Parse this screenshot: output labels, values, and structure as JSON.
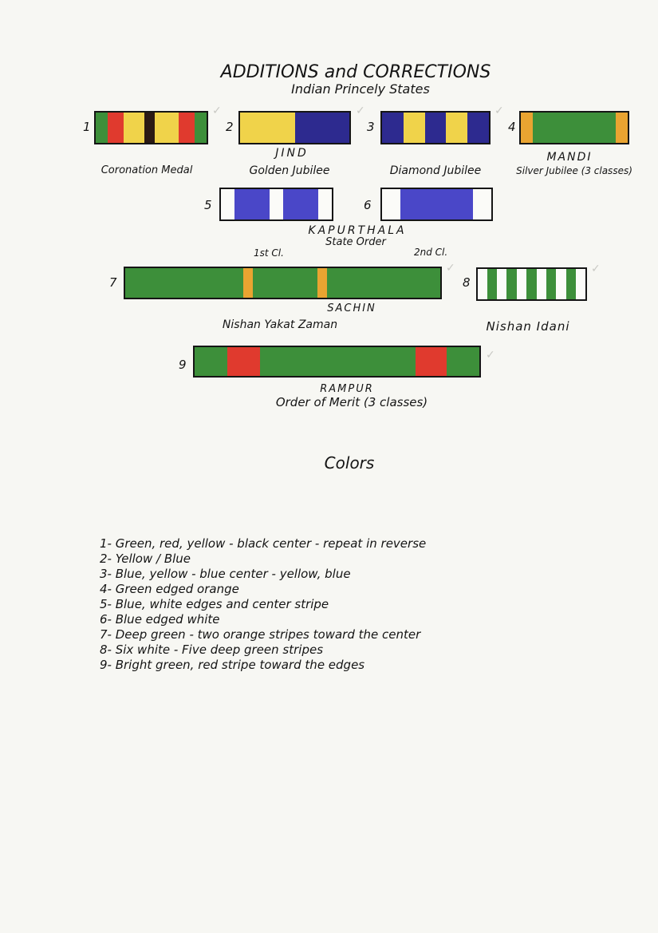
{
  "header": {
    "title": "ADDITIONS and CORRECTIONS",
    "subtitle": "Indian Princely States"
  },
  "colors": {
    "green": "#3d8f3a",
    "red": "#e03a2e",
    "yellow": "#f0d34a",
    "black": "#2b1a14",
    "blue": "#4a47c8",
    "navy": "#2d2a8f",
    "orange": "#e9a431",
    "white": "#fbfbf8"
  },
  "ribbons": [
    {
      "number": "1",
      "caption": "Coronation Medal",
      "stripes": [
        "green",
        "red",
        "yellow",
        "black",
        "yellow",
        "red",
        "green"
      ]
    },
    {
      "number": "2",
      "caption": "Golden Jubilee",
      "stripes": [
        "yellow",
        "navy"
      ]
    },
    {
      "number": "3",
      "caption": "Diamond Jubilee",
      "stripes": [
        "navy",
        "yellow",
        "navy",
        "yellow",
        "navy"
      ]
    },
    {
      "number": "4",
      "caption": "Silver Jubilee (3 classes)",
      "stripes": [
        "orange",
        "green",
        "orange"
      ]
    },
    {
      "number": "5",
      "caption": "",
      "stripes": [
        "white",
        "blue",
        "white",
        "blue",
        "white"
      ]
    },
    {
      "number": "6",
      "caption": "",
      "stripes": [
        "white",
        "blue",
        "white"
      ]
    },
    {
      "number": "7",
      "caption": "Nishan Yakat Zaman",
      "stripes": [
        "green",
        "orange",
        "green",
        "orange",
        "green"
      ]
    },
    {
      "number": "8",
      "caption": "Nishan Idani",
      "stripes": [
        "white",
        "green",
        "white",
        "green",
        "white",
        "green",
        "white",
        "green",
        "white",
        "green",
        "white"
      ]
    },
    {
      "number": "9",
      "caption": "",
      "stripes": [
        "green",
        "red",
        "green",
        "red",
        "green"
      ]
    }
  ],
  "states": {
    "jind": "JIND",
    "mandi": "MANDI",
    "kapurthala": "KAPURTHALA",
    "kapurthala_order": "State Order",
    "sachin": "SACHIN",
    "rampur": "RAMPUR",
    "rampur_order": "Order of Merit (3 classes)"
  },
  "class_labels": {
    "first": "1st Cl.",
    "second": "2nd Cl."
  },
  "colors_heading": "Colors",
  "color_notes": [
    "1- Green, red, yellow - black center - repeat in reverse",
    "2- Yellow / Blue",
    "3- Blue, yellow - blue center - yellow, blue",
    "4- Green edged orange",
    "5- Blue, white edges and center stripe",
    "6- Blue edged white",
    "7- Deep green - two orange stripes toward the center",
    "8- Six white - Five deep green stripes",
    "9- Bright green, red stripe toward the edges"
  ]
}
